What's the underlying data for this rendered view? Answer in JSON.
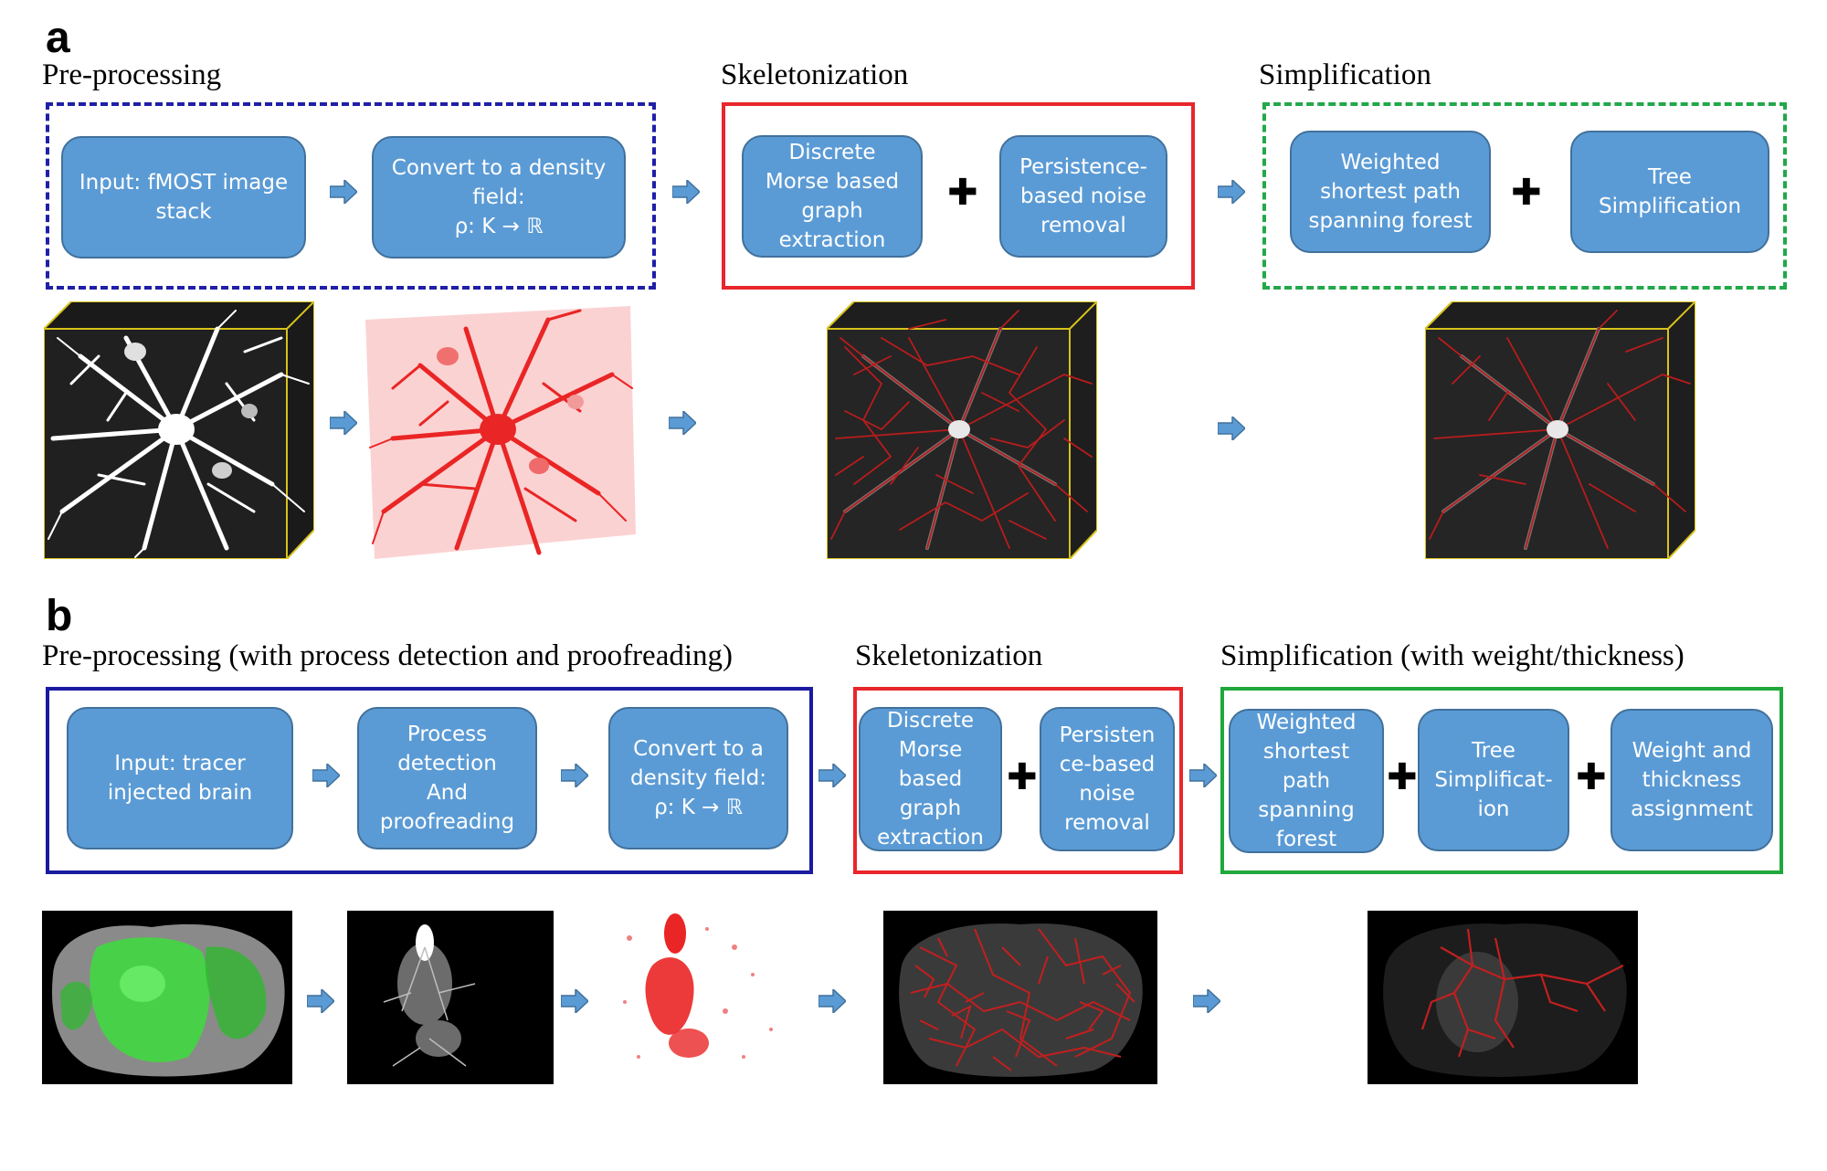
{
  "panel_a": {
    "letter": "a",
    "stages": {
      "preprocessing": "Pre-processing",
      "skeletonization": "Skeletonization",
      "simplification": "Simplification"
    },
    "boxes": {
      "input": "Input: fMOST image\nstack",
      "density": "Convert to a density\nfield:\nρ: K → ℝ",
      "morse": "Discrete\nMorse based\ngraph\nextraction",
      "persistence": "Persistence-\nbased noise\nremoval",
      "weighted": "Weighted\nshortest path\nspanning forest",
      "tree": "Tree\nSimplification"
    }
  },
  "panel_b": {
    "letter": "b",
    "stages": {
      "preprocessing": "Pre-processing (with process detection and proofreading)",
      "skeletonization": "Skeletonization",
      "simplification": "Simplification (with weight/thickness)"
    },
    "boxes": {
      "input": "Input: tracer\ninjected brain",
      "process": "Process\ndetection\nAnd\nproofreading",
      "density": "Convert to a\ndensity field:\nρ: K → ℝ",
      "morse": "Discrete\nMorse\nbased\ngraph\nextraction",
      "persistence": "Persisten\nce-based\nnoise\nremoval",
      "weighted": "Weighted\nshortest\npath\nspanning\nforest",
      "tree": "Tree\nSimplificat-\nion",
      "weight": "Weight and\nthickness\nassignment"
    }
  },
  "colors": {
    "box_fill": "#5b9bd5",
    "box_border": "#41719c",
    "preprocessing_a": "#1f1fa8",
    "skeletonization": "#e8262b",
    "simplification_a": "#22a84a",
    "preprocessing_b": "#1a1aa0",
    "simplification_b": "#1fa83c",
    "arrow": "#5b9bd5",
    "neuron_white": "#ffffff",
    "density_red": "#ea2525",
    "skeleton_red": "#b81c1c",
    "tracer_green": "#3ddc3d"
  },
  "icons": {
    "arrow": "right-block-arrow",
    "plus": "bold-plus"
  }
}
